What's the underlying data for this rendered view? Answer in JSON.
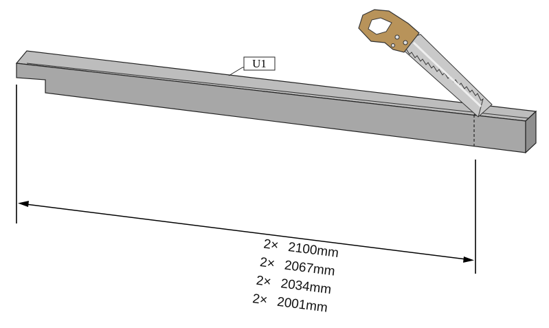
{
  "part_label": "U1",
  "cut_list": [
    {
      "qty": "2×",
      "length": "2100mm"
    },
    {
      "qty": "2×",
      "length": "2067mm"
    },
    {
      "qty": "2×",
      "length": "2034mm"
    },
    {
      "qty": "2×",
      "length": "2001mm"
    }
  ],
  "colors": {
    "beam_top": "#bdbdbd",
    "beam_front": "#a7a7a7",
    "beam_end": "#8f8f8f",
    "saw_handle": "#b8935a",
    "saw_blade": "#c9c9c9"
  },
  "icons": [
    "hand-saw-icon"
  ]
}
